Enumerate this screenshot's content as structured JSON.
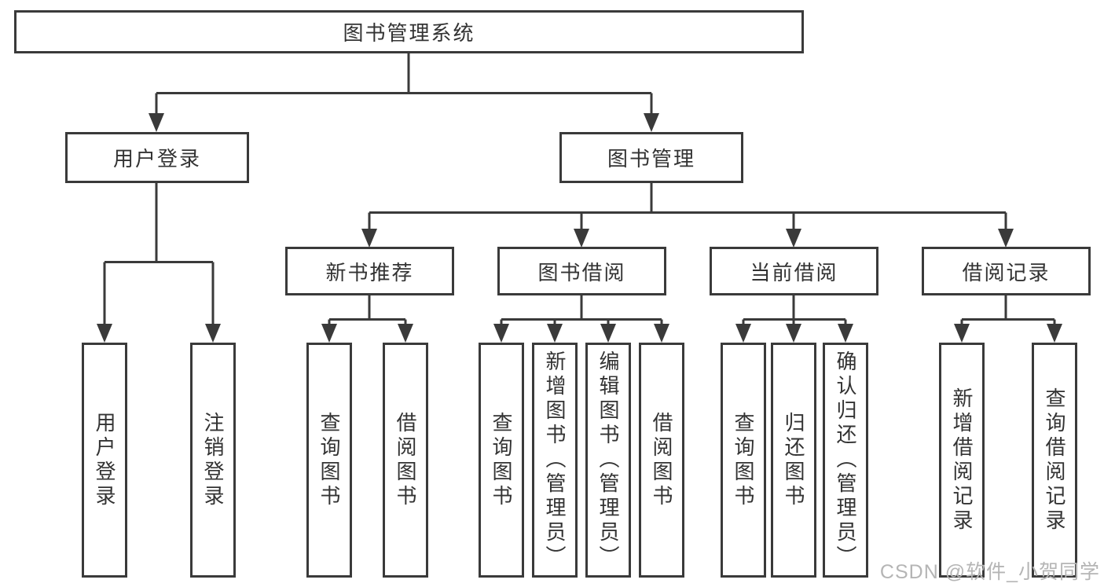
{
  "tree": {
    "label": "图书管理系统",
    "children": [
      {
        "label": "用户登录",
        "children": [
          {
            "label": "用户登录"
          },
          {
            "label": "注销登录"
          }
        ]
      },
      {
        "label": "图书管理",
        "children": [
          {
            "label": "新书推荐",
            "children": [
              {
                "label": "查询图书"
              },
              {
                "label": "借阅图书"
              }
            ]
          },
          {
            "label": "图书借阅",
            "children": [
              {
                "label": "查询图书"
              },
              {
                "label": "新增图书（管理员）"
              },
              {
                "label": "编辑图书（管理员）"
              },
              {
                "label": "借阅图书"
              }
            ]
          },
          {
            "label": "当前借阅",
            "children": [
              {
                "label": "查询图书"
              },
              {
                "label": "归还图书"
              },
              {
                "label": "确认归还（管理员）"
              }
            ]
          },
          {
            "label": "借阅记录",
            "children": [
              {
                "label": "新增借阅记录"
              },
              {
                "label": "查询借阅记录"
              }
            ]
          }
        ]
      }
    ]
  },
  "watermark": "CSDN @软件_小贺同学",
  "colors": {
    "line": "#3a3a3a",
    "box_border": "#3a3a3a",
    "text": "#333333",
    "watermark": "#b5b5b5",
    "background": "#ffffff"
  }
}
